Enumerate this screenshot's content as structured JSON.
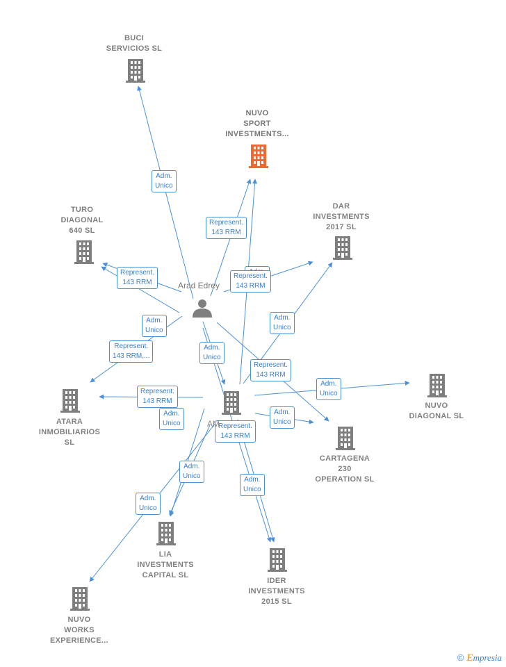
{
  "colors": {
    "edge": "#4a90d9",
    "building": "#7f7f7f",
    "building_highlight": "#ee6a33",
    "person": "#7f7f7f"
  },
  "person": {
    "label": "Arad Edrey"
  },
  "center_label": "AM",
  "nodes": [
    {
      "id": "buci",
      "label": "BUCI\nSERVICIOS  SL",
      "highlight": false
    },
    {
      "id": "nuvo_sport",
      "label": "NUVO\nSPORT\nINVESTMENTS...",
      "highlight": true
    },
    {
      "id": "turo",
      "label": "TURO\nDIAGONAL\n640  SL",
      "highlight": false
    },
    {
      "id": "dar",
      "label": "DAR\nINVESTMENTS\n2017  SL",
      "highlight": false
    },
    {
      "id": "atara",
      "label": "ATARA\nINMOBILIARIOS\nSL",
      "highlight": false
    },
    {
      "id": "nuvo_diagonal",
      "label": "NUVO\nDIAGONAL  SL",
      "highlight": false
    },
    {
      "id": "cartagena",
      "label": "CARTAGENA\n230\nOPERATION  SL",
      "highlight": false
    },
    {
      "id": "lia",
      "label": "LIA\nINVESTMENTS\nCAPITAL  SL",
      "highlight": false
    },
    {
      "id": "ider",
      "label": "IDER\nINVESTMENTS\n2015  SL",
      "highlight": false
    },
    {
      "id": "nuvo_works",
      "label": "NUVO\nWORKS\nEXPERIENCE...",
      "highlight": false
    },
    {
      "id": "center",
      "label": "",
      "highlight": false
    }
  ],
  "edge_labels": [
    "Adm.\nUnico",
    "Represent.\n143 RRM",
    "Represent.\n143 RRM",
    "Adm.\nUnico",
    "Represent.\n143 RRM",
    "Adm.\nUnico",
    "Adm.\nUnico",
    "Represent.\n143 RRM,...",
    "Adm.\nUnico",
    "Represent.\n143 RRM",
    "Adm.\nUnico",
    "Adm.\nUnico",
    "Represent.\n143 RRM",
    "Adm.\nUnico",
    "Represent.\n143 RRM",
    "Adm.\nUnico",
    "Adm.\nUnico",
    "Adm.\nUnico"
  ],
  "watermark": {
    "copyright": "©",
    "brand_first": "E",
    "brand_rest": "mpresia"
  }
}
